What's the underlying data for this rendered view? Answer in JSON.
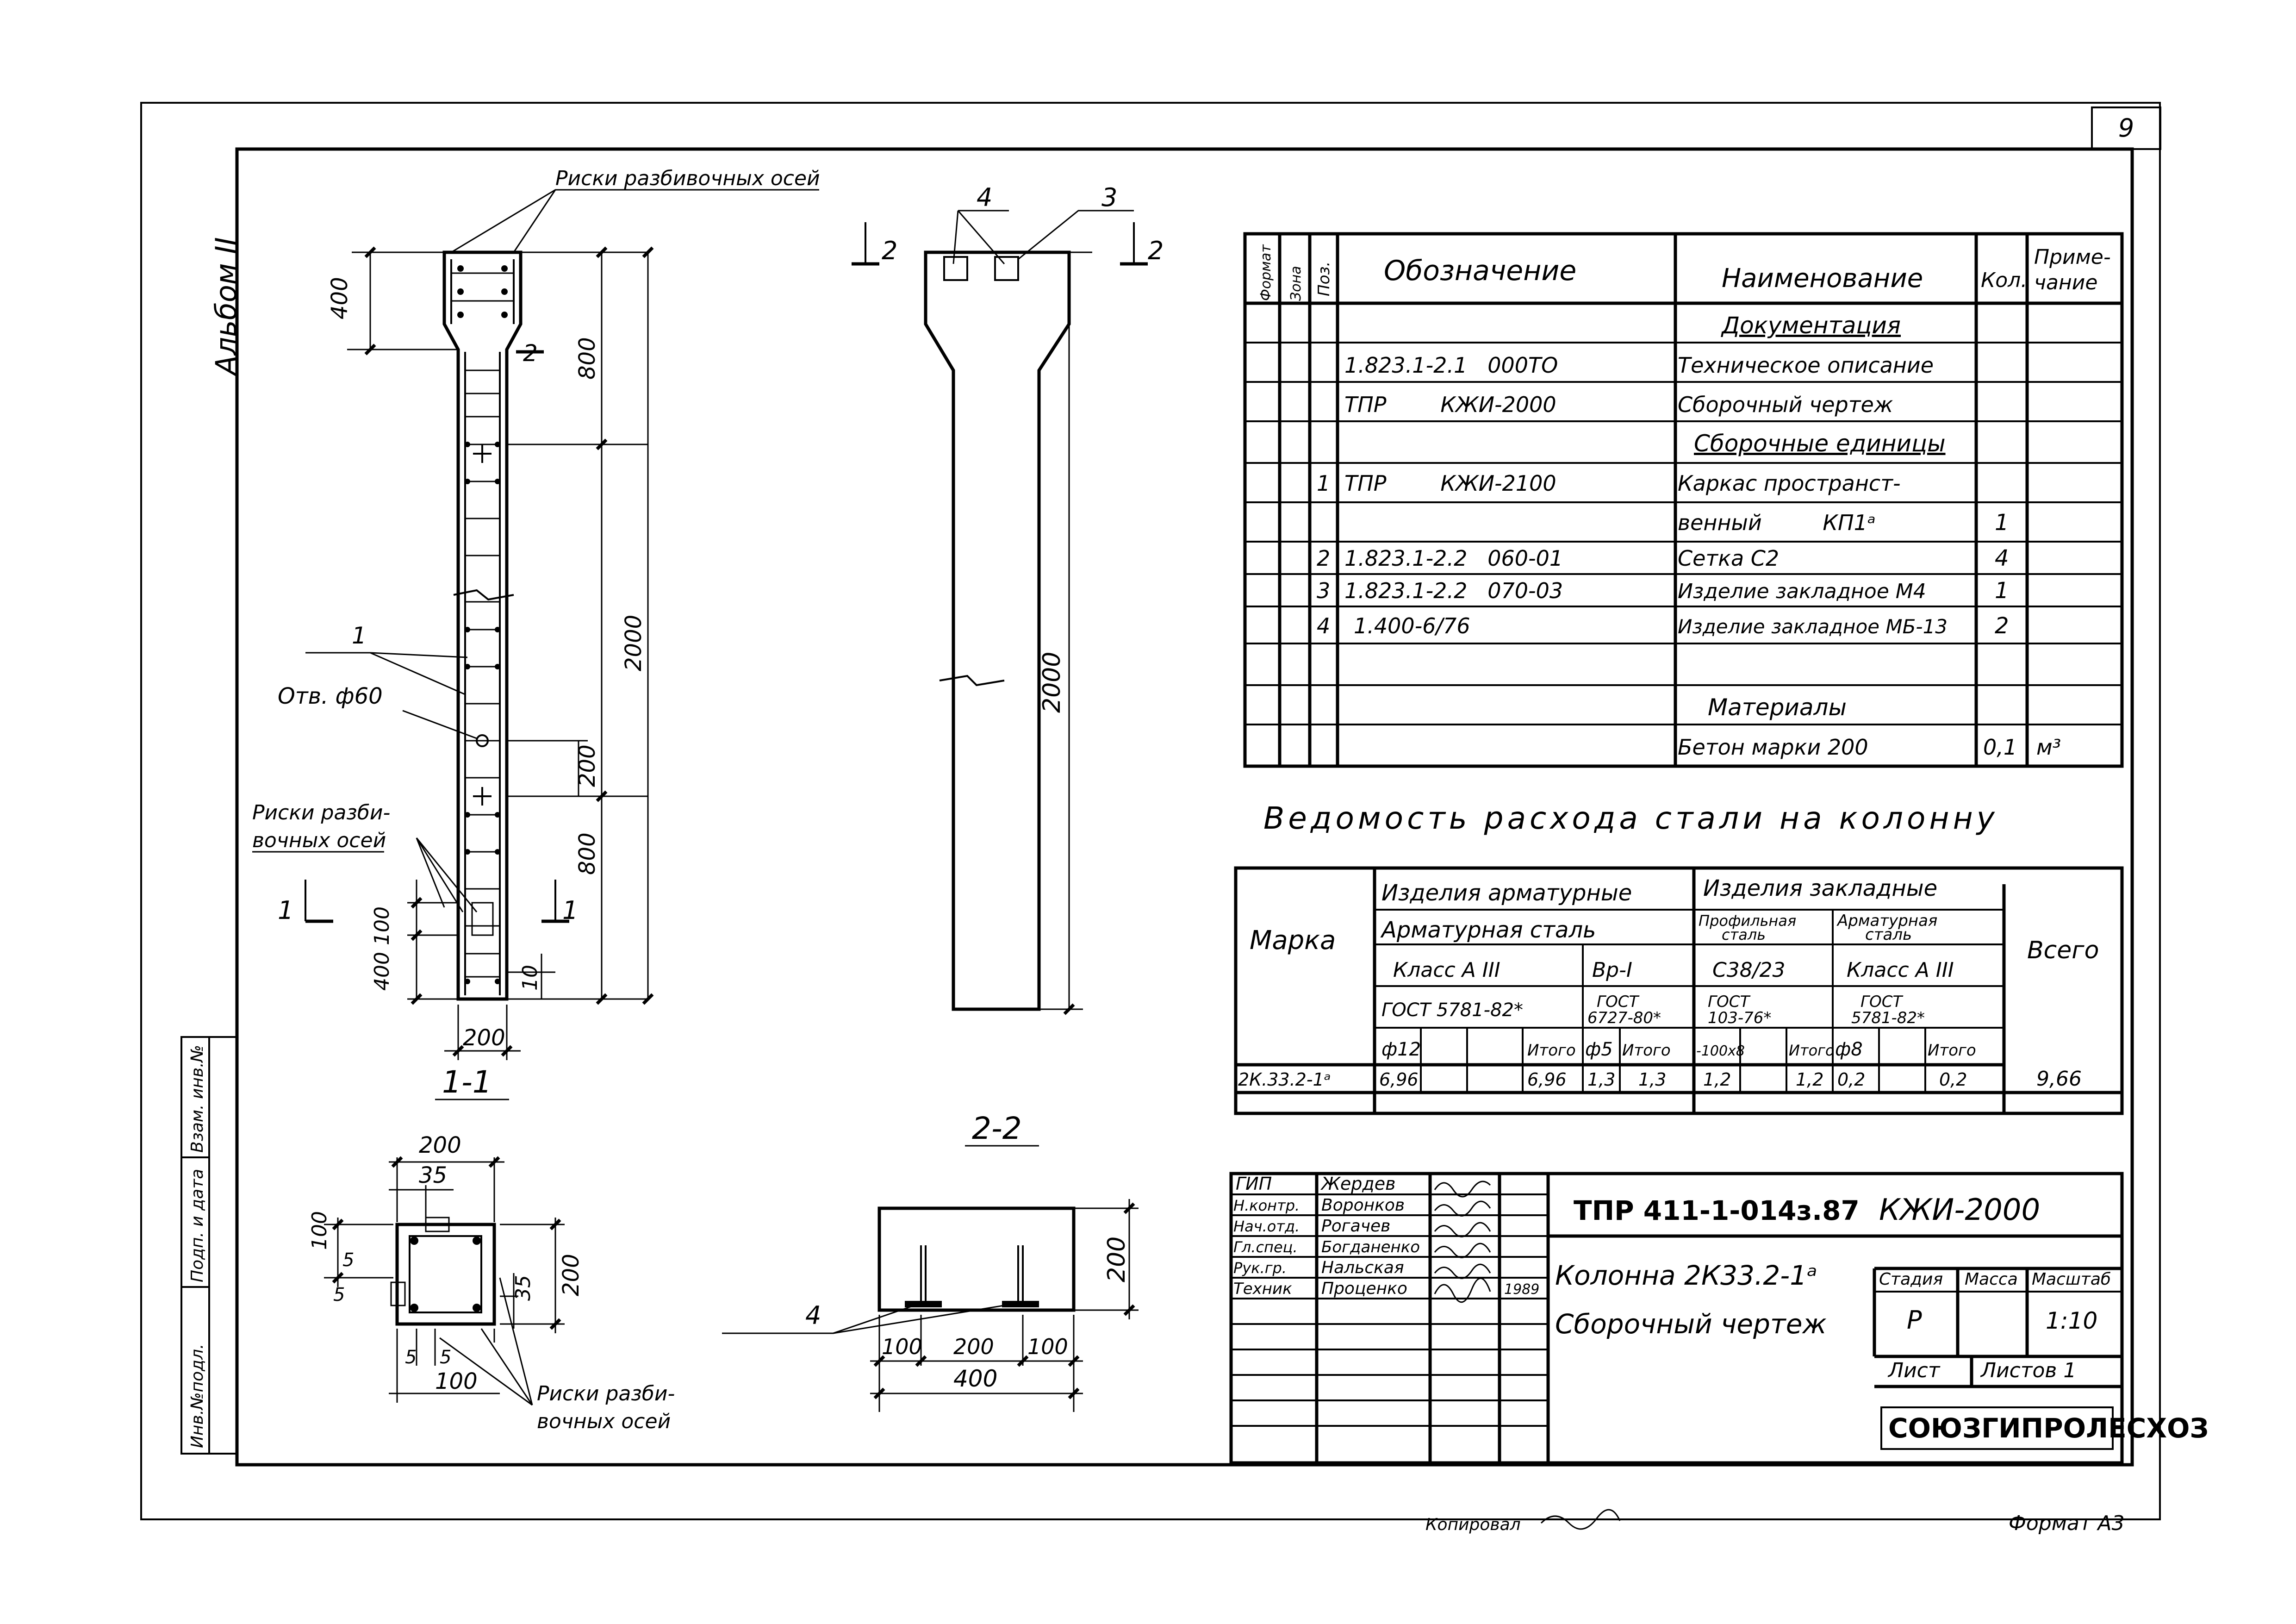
{
  "sheet": {
    "number": "9",
    "album": "Альбом II",
    "copied": "Копировал",
    "format": "Формат А3"
  },
  "left_stamps": [
    "Инв.№подл.",
    "Подп. и дата",
    "Взам. инв.№"
  ],
  "view_1_1": {
    "label": "1-1",
    "callout_top": "Риски разбивочных осей",
    "callout_side": "Риски разби-вочных осей",
    "hole": "Отв. ф60",
    "item_1": "1",
    "dims": {
      "d400": "400",
      "d800_top": "800",
      "d2000": "2000",
      "d200": "200",
      "d800_bot": "800",
      "d10": "10",
      "d400_100": "400 100",
      "d200_w": "200"
    },
    "section_mark_2": "2",
    "section_mark_1": "1"
  },
  "view_2_2_side": {
    "items": [
      "4",
      "3"
    ],
    "dim_2000": "2000",
    "section_mark": "2"
  },
  "section_2_2": {
    "label": "2-2",
    "dims": {
      "h200": "200",
      "w100a": "100",
      "w200": "200",
      "w100b": "100",
      "w400": "400"
    },
    "item_4": "4"
  },
  "cross_section": {
    "dims": {
      "w200": "200",
      "w35": "35",
      "h100": "100",
      "s5a": "5",
      "s5b": "5",
      "h35": "35",
      "h200": "200",
      "b5a": "5",
      "b5b": "5",
      "b100": "100"
    },
    "callout": "Риски разби-вочных осей"
  },
  "spec_table": {
    "headers": {
      "format": "Формат",
      "zone": "Зона",
      "pos": "Поз.",
      "designation": "Обозначение",
      "name": "Наименование",
      "qty": "Кол.",
      "note": "Приме-чание"
    },
    "rows": [
      {
        "pos": "",
        "designation": "",
        "name": "Документация",
        "qty": "",
        "note": "",
        "heading": true
      },
      {
        "pos": "",
        "designation": "1.823.1-2.1   000ТО",
        "name": "Техническое описание",
        "qty": "",
        "note": ""
      },
      {
        "pos": "",
        "designation": "ТПР        КЖИ-2000",
        "name": "Сборочный чертеж",
        "qty": "",
        "note": ""
      },
      {
        "pos": "",
        "designation": "",
        "name": "Сборочные единицы",
        "qty": "",
        "note": "",
        "heading": true
      },
      {
        "pos": "1",
        "designation": "ТПР        КЖИ-2100",
        "name": "Каркас пространст-",
        "qty": "",
        "note": ""
      },
      {
        "pos": "",
        "designation": "",
        "name": "венный         КП1ᵃ",
        "qty": "1",
        "note": ""
      },
      {
        "pos": "2",
        "designation": "1.823.1-2.2   060-01",
        "name": "Сетка С2",
        "qty": "4",
        "note": ""
      },
      {
        "pos": "3",
        "designation": "1.823.1-2.2   070-03",
        "name": "Изделие закладное М4",
        "qty": "1",
        "note": ""
      },
      {
        "pos": "4",
        "designation": "1.400-6/76",
        "name": "Изделие закладное МБ-13",
        "qty": "2",
        "note": ""
      },
      {
        "pos": "",
        "designation": "",
        "name": "",
        "qty": "",
        "note": ""
      },
      {
        "pos": "",
        "designation": "",
        "name": "Материалы",
        "qty": "",
        "note": "",
        "heading": true
      },
      {
        "pos": "",
        "designation": "",
        "name": "Бетон марки 200",
        "qty": "0,1",
        "note": "м³"
      }
    ]
  },
  "steel_table": {
    "title": "Ведомость расхода стали на колонну",
    "h_mark": "Марка",
    "h_rebar_items": "Изделия арматурные",
    "h_embedded": "Изделия закладные",
    "h_total": "Всего",
    "h_rebar_steel": "Арматурная сталь",
    "h_profile_steel": "Профильная сталь",
    "h_rebar_steel2": "Арматурная сталь",
    "h_class_a3": "Класс А III",
    "h_vr1": "Вр-I",
    "h_c38": "С38/23",
    "h_class_a3b": "Класс А III",
    "h_gost1": "ГОСТ 5781-82*",
    "h_gost2": "ГОСТ 6727-80*",
    "h_gost3": "ГОСТ 103-76*",
    "h_gost4": "ГОСТ 5781-82*",
    "sub": [
      "ф12",
      "",
      "",
      "Итого",
      "ф5",
      "Итого",
      "-100х8",
      "",
      "Итого",
      "ф8",
      "",
      "Итого"
    ],
    "row": {
      "mark": "2К.33.2-1ᵃ",
      "vals": [
        "6,96",
        "",
        "",
        "6,96",
        "1,3",
        "1,3",
        "1,2",
        "",
        "1,2",
        "0,2",
        "",
        "0,2"
      ],
      "total": "9,66"
    }
  },
  "title_block": {
    "people": [
      {
        "role": "ГИП",
        "name": "Жердев"
      },
      {
        "role": "Н.контр.",
        "name": "Воронков"
      },
      {
        "role": "Нач.отд.",
        "name": "Рогачев"
      },
      {
        "role": "Гл.спец.",
        "name": "Богданенко"
      },
      {
        "role": "Рук.гр.",
        "name": "Нальская"
      },
      {
        "role": "Техник",
        "name": "Проценко"
      }
    ],
    "year": "1989",
    "code": "ТПР 411-1-014з.87",
    "doc": "КЖИ-2000",
    "object": "Колонна 2К33.2-1ᵃ",
    "doc_type": "Сборочный чертеж",
    "h_stage": "Стадия",
    "h_mass": "Масса",
    "h_scale": "Масштаб",
    "stage": "Р",
    "mass": "",
    "scale": "1:10",
    "sheet_label": "Лист",
    "sheets_label": "Листов 1",
    "org": "СОЮЗГИПРОЛЕСХОЗ"
  }
}
